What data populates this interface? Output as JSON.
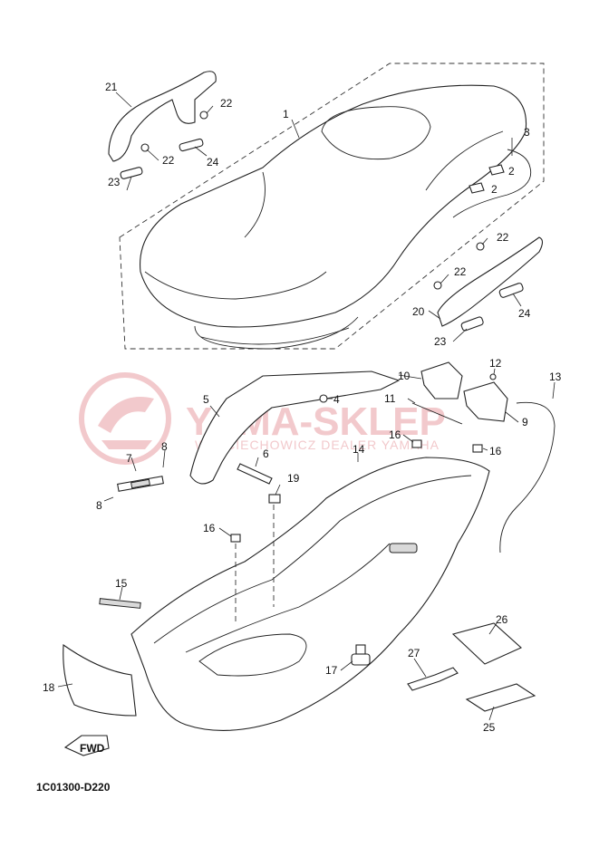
{
  "diagram_code": "1C01300-D220",
  "watermark": {
    "brand": "YAMA-SKLEP",
    "tagline": "WOJCIECHOWICZ DEALER YAMAHA"
  },
  "fwd_label": "FWD",
  "callouts": {
    "c1": "1",
    "c2a": "2",
    "c2b": "2",
    "c3": "3",
    "c4": "4",
    "c5": "5",
    "c6": "6",
    "c7": "7",
    "c8a": "8",
    "c8b": "8",
    "c9": "9",
    "c10": "10",
    "c11": "11",
    "c12": "12",
    "c13": "13",
    "c14": "14",
    "c15": "15",
    "c16a": "16",
    "c16b": "16",
    "c16c": "16",
    "c17": "17",
    "c18": "18",
    "c19": "19",
    "c20": "20",
    "c21": "21",
    "c22a": "22",
    "c22b": "22",
    "c22c": "22",
    "c22d": "22",
    "c23a": "23",
    "c23b": "23",
    "c24a": "24",
    "c24b": "24",
    "c25": "25",
    "c26": "26",
    "c27": "27"
  }
}
